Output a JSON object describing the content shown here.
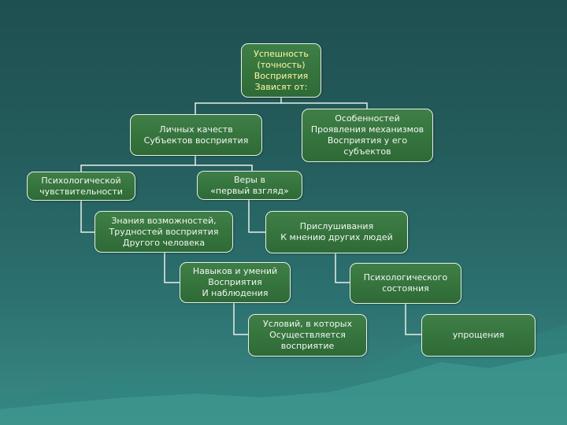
{
  "diagram": {
    "root": "Успешность\n(точность)\nВосприятия\nЗависят от:",
    "personal_qualities": "Личных качеств\nСубъектов восприятия",
    "features": "Особенностей\nПроявления механизмов\nВосприятия у его\nсубъектов",
    "sensitivity": "Психологической\nчувствительности",
    "first_glance": "Веры в\n«первый взгляд»",
    "knowledge": "Знания возможностей,\nТрудностей восприятия\nДругого человека",
    "listening": "Прислушивания\nК мнению других людей",
    "skills": "Навыков и умений\nВосприятия\nИ наблюдения",
    "psych_state": "Психологического\nсостояния",
    "conditions": "Условий, в которых\nОсуществляется\nвосприятие",
    "simplification": "упрощения"
  }
}
